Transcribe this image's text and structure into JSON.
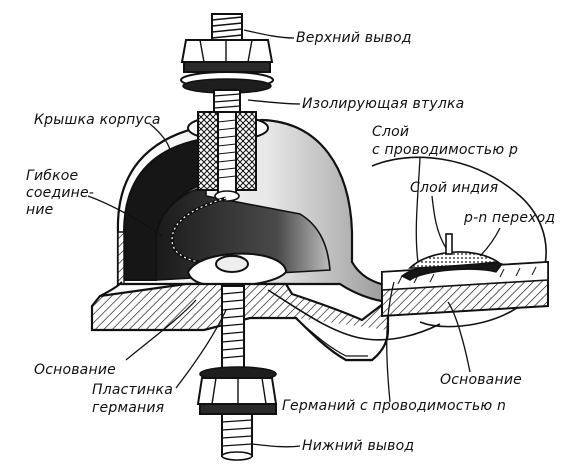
{
  "labels": {
    "top_lead": "Верхний вывод",
    "insulating_sleeve": "Изолирующая втулка",
    "case_cover": "Крышка корпуса",
    "p_layer_line1": "Слой",
    "p_layer_line2": "с проводимостью p",
    "flex_line1": "Гибкое",
    "flex_line2": "соедине-",
    "flex_line3": "ние",
    "indium_layer": "Слой индия",
    "pn_junction": "p-n переход",
    "base_left": "Основание",
    "germanium_plate_line1": "Пластинка",
    "germanium_plate_line2": "германия",
    "base_right": "Основание",
    "n_germanium": "Германий с проводимостью n",
    "bottom_lead": "Нижний вывод"
  },
  "colors": {
    "ink": "#111111",
    "metal_fill": "#161616",
    "paper": "#ffffff"
  }
}
